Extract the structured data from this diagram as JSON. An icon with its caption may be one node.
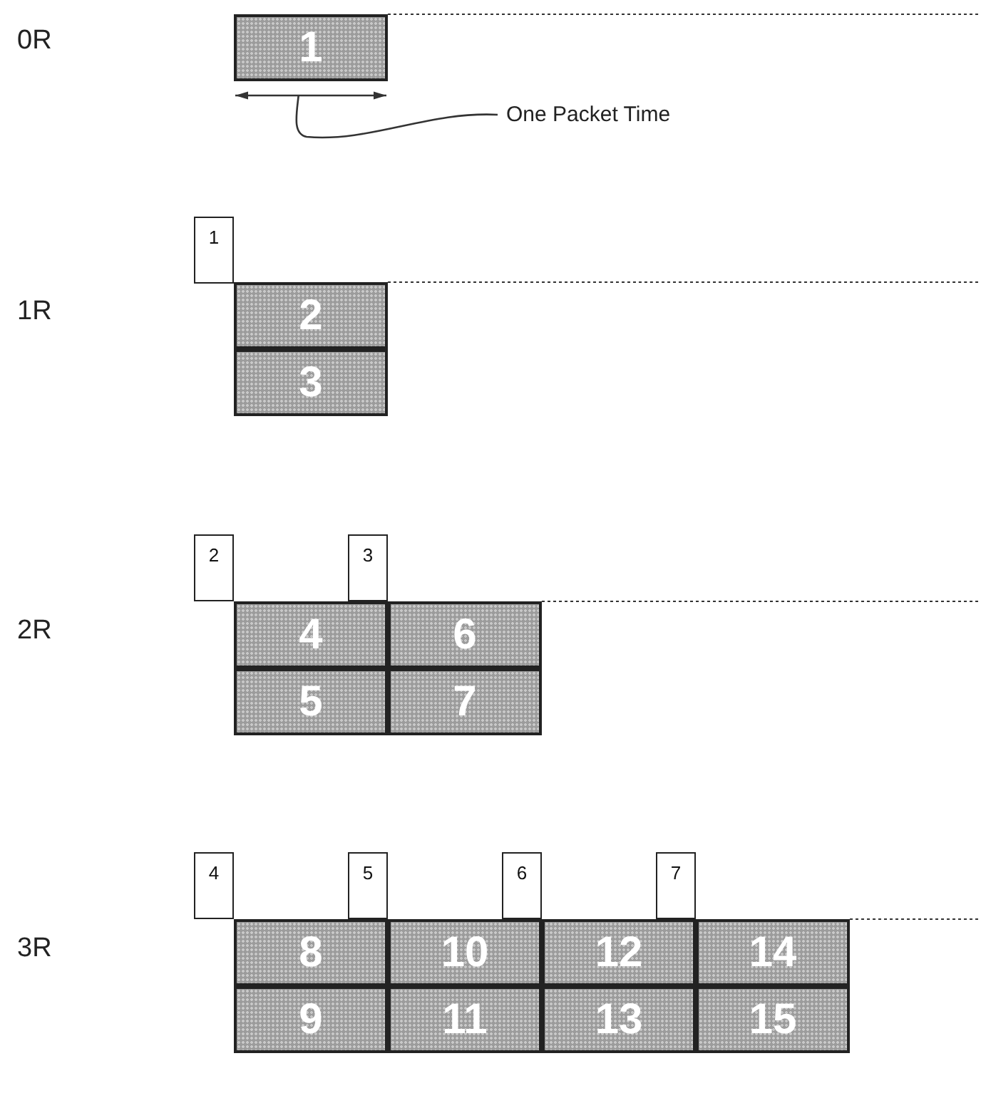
{
  "diagram": {
    "nodes": [
      {
        "text": [
          "1"
        ]
      },
      {
        "text": [
          "One Packet Time"
        ]
      },
      {
        "text": [
          "1"
        ]
      },
      {
        "text": [
          "2"
        ]
      },
      {
        "text": [
          "3"
        ]
      },
      {
        "text": [
          "2"
        ]
      },
      {
        "text": [
          "3"
        ]
      },
      {
        "text": [
          "4"
        ]
      },
      {
        "text": [
          "6"
        ]
      },
      {
        "text": [
          "5"
        ]
      },
      {
        "text": [
          "7"
        ]
      },
      {
        "text": [
          "4"
        ]
      },
      {
        "text": [
          "5"
        ]
      },
      {
        "text": [
          "6"
        ]
      },
      {
        "text": [
          "7"
        ]
      },
      {
        "text": [
          "8"
        ]
      },
      {
        "text": [
          "10"
        ]
      },
      {
        "text": [
          "12"
        ]
      },
      {
        "text": [
          "14"
        ]
      },
      {
        "text": [
          "9"
        ]
      },
      {
        "text": [
          "11"
        ]
      },
      {
        "text": [
          "13"
        ]
      },
      {
        "text": [
          "15"
        ]
      }
    ],
    "edges": [
      {
        "from": 1,
        "to": 0,
        "arrow": "none"
      }
    ],
    "labels": [
      "0R",
      "1R",
      "2R",
      "3R"
    ]
  }
}
